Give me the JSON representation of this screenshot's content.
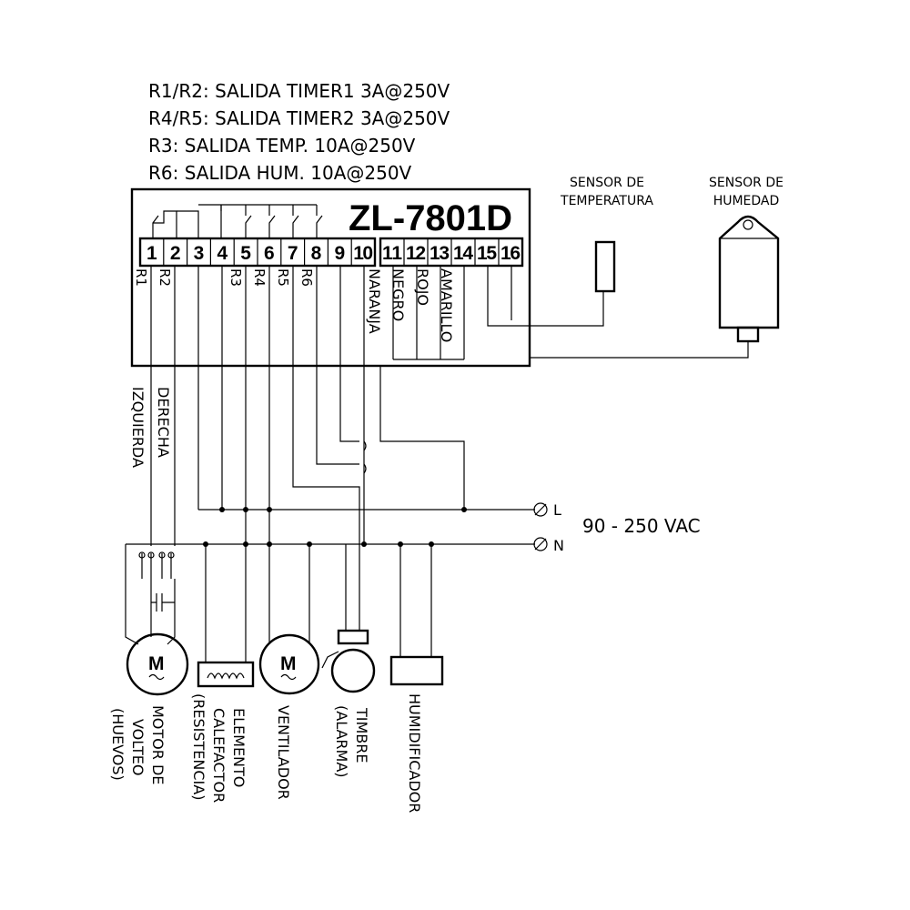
{
  "legend": [
    "R1/R2: SALIDA TIMER1 3A@250V",
    "R4/R5: SALIDA TIMER2 3A@250V",
    "R3: SALIDA TEMP. 10A@250V",
    "R6: SALIDA HUM. 10A@250V"
  ],
  "controller": {
    "model": "ZL-7801D",
    "terminals": [
      "1",
      "2",
      "3",
      "4",
      "5",
      "6",
      "7",
      "8",
      "9",
      "10",
      "11",
      "12",
      "13",
      "14",
      "15",
      "16"
    ],
    "relay_labels": [
      "R1",
      "R2",
      "R3",
      "R4",
      "R5",
      "R6"
    ]
  },
  "wires": [
    {
      "label": "NARANJA",
      "color": "#f08a1a"
    },
    {
      "label": "NEGRO",
      "color": "#000000"
    },
    {
      "label": "ROJO",
      "color": "#d81818"
    },
    {
      "label": "AMARILLO",
      "color": "#f5d800"
    }
  ],
  "sensors": {
    "temperature": [
      "SENSOR DE",
      "TEMPERATURA"
    ],
    "humidity": [
      "SENSOR DE",
      "HUMEDAD"
    ]
  },
  "directions": {
    "left": "IZQUIERDA",
    "right": "DERECHA"
  },
  "power": {
    "line": "L",
    "neutral": "N",
    "voltage": "90 - 250 VAC"
  },
  "loads": {
    "motor_symbol": "M",
    "motor": [
      "MOTOR DE",
      "VOLTEO",
      "(HUEVOS)"
    ],
    "heater": [
      "ELEMENTO",
      "CALEFACTOR",
      "(RESISTENCIA)"
    ],
    "fan_symbol": "M",
    "fan": "VENTILADOR",
    "bell": [
      "TIMBRE",
      "(ALARMA)"
    ],
    "humidifier": "HUMIDIFICADOR"
  }
}
